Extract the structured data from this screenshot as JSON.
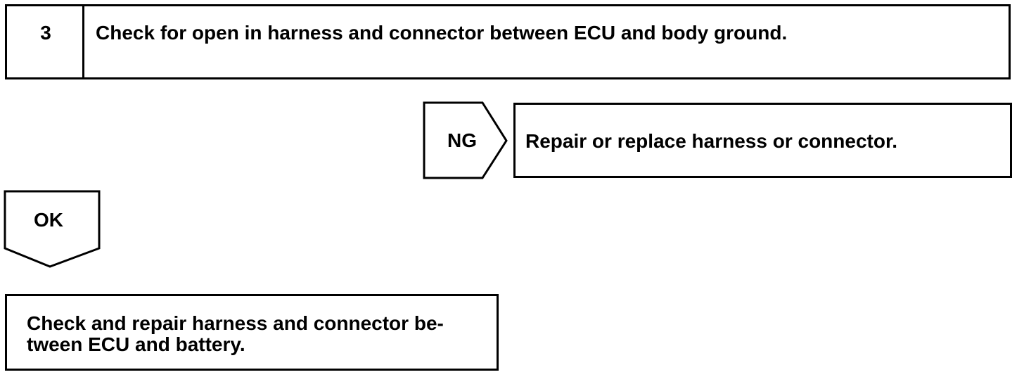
{
  "step": {
    "number": "3",
    "title": "Check for open in harness and connector between ECU and body ground."
  },
  "ng_branch": {
    "label": "NG",
    "action": "Repair or replace harness or connector."
  },
  "ok_branch": {
    "label": "OK",
    "action_lines": [
      "Check and repair harness and connector be-",
      "tween ECU and battery."
    ]
  },
  "colors": {
    "line": "#000000",
    "background": "#ffffff"
  }
}
